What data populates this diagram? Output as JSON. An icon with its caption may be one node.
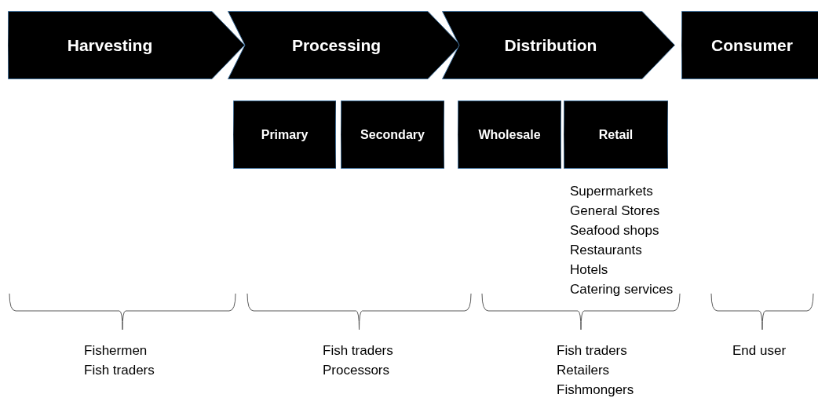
{
  "diagram": {
    "nodes": [
      {
        "text": [
          "Harvesting"
        ]
      },
      {
        "text": [
          "Processing"
        ]
      },
      {
        "text": [
          "Distribution"
        ]
      },
      {
        "text": [
          "Consumer"
        ]
      },
      {
        "text": [
          "Primary"
        ]
      },
      {
        "text": [
          "Secondary"
        ]
      },
      {
        "text": [
          "Wholesale"
        ]
      },
      {
        "text": [
          "Retail"
        ]
      }
    ],
    "labels": [
      "Supermarkets",
      "General Stores",
      "Seafood shops",
      "Restaurants",
      "Hotels",
      "Catering services",
      "Fishermen",
      "Fish traders",
      "Fish traders",
      "Processors",
      "Fish traders",
      "Retailers",
      "Fishmongers",
      "End user"
    ]
  }
}
